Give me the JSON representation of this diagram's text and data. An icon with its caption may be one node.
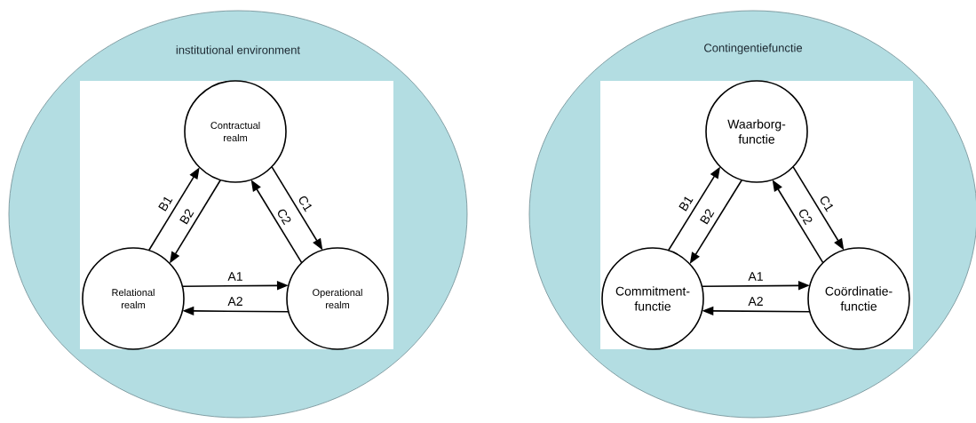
{
  "diagram": {
    "nodes": [
      {
        "text": [
          "institutional environment"
        ]
      },
      {
        "text": [
          "Contractual realm"
        ],
        "in": 0
      },
      {
        "text": [
          "Relational realm"
        ],
        "in": 0
      },
      {
        "text": [
          "Operational realm"
        ],
        "in": 0
      },
      {
        "text": [
          "Contingentiefunctie"
        ]
      },
      {
        "text": [
          "Waarborg- functie"
        ],
        "in": 4
      },
      {
        "text": [
          "Commitment- functie"
        ],
        "in": 4
      },
      {
        "text": [
          "Coördinatie- functie"
        ],
        "in": 4
      }
    ],
    "edges": [
      {
        "from": 2,
        "to": 1,
        "arrow": "to",
        "label": "B1"
      },
      {
        "from": 1,
        "to": 2,
        "arrow": "to",
        "label": "B2"
      },
      {
        "from": 1,
        "to": 3,
        "arrow": "to",
        "label": "C1"
      },
      {
        "from": 3,
        "to": 1,
        "arrow": "to",
        "label": "C2"
      },
      {
        "from": 2,
        "to": 3,
        "arrow": "to",
        "label": "A1"
      },
      {
        "from": 3,
        "to": 2,
        "arrow": "to",
        "label": "A2"
      },
      {
        "from": 6,
        "to": 5,
        "arrow": "to",
        "label": "B1"
      },
      {
        "from": 5,
        "to": 6,
        "arrow": "to",
        "label": "B2"
      },
      {
        "from": 5,
        "to": 7,
        "arrow": "to",
        "label": "C1"
      },
      {
        "from": 7,
        "to": 5,
        "arrow": "to",
        "label": "C2"
      },
      {
        "from": 6,
        "to": 7,
        "arrow": "to",
        "label": "A1"
      },
      {
        "from": 7,
        "to": 6,
        "arrow": "to",
        "label": "A2"
      }
    ]
  }
}
